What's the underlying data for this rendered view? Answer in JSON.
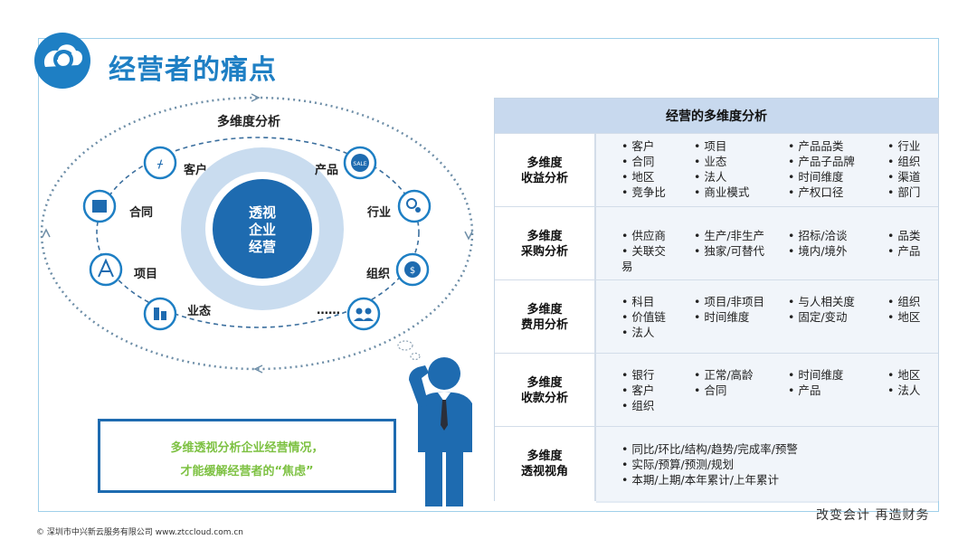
{
  "header": {
    "title": "经营者的痛点"
  },
  "diagram": {
    "title": "多维度分析",
    "center": [
      "透视",
      "企业",
      "经营"
    ],
    "nodes": {
      "customer": "客户",
      "product": "产品",
      "contract": "合同",
      "industry": "行业",
      "project": "项目",
      "organization": "组织",
      "business": "业态",
      "more": "……"
    },
    "message": {
      "line1": "多维透视分析企业经营情况，",
      "line2": "才能缓解经营者的“焦虑”"
    }
  },
  "table": {
    "title": "经营的多维度分析",
    "rows": [
      {
        "head": [
          "多维度",
          "收益分析"
        ],
        "cols": [
          [
            "• 客户",
            "• 合同",
            "• 地区",
            "• 竞争比"
          ],
          [
            "• 项目",
            "• 业态",
            "• 法人",
            "• 商业模式"
          ],
          [
            "• 产品品类",
            "• 产品子品牌",
            "• 时间维度",
            "• 产权口径"
          ],
          [
            "• 行业",
            "• 组织",
            "• 渠道",
            "• 部门"
          ]
        ]
      },
      {
        "head": [
          "多维度",
          "采购分析"
        ],
        "cols": [
          [
            "• 供应商",
            "• 关联交",
            "易"
          ],
          [
            "• 生产/非生产",
            "• 独家/可替代"
          ],
          [
            "• 招标/洽谈",
            "• 境内/境外"
          ],
          [
            "• 品类",
            "• 产品"
          ]
        ]
      },
      {
        "head": [
          "多维度",
          "费用分析"
        ],
        "cols": [
          [
            "• 科目",
            "• 价值链",
            "• 法人"
          ],
          [
            "• 项目/非项目",
            "• 时间维度"
          ],
          [
            "• 与人相关度",
            "• 固定/变动"
          ],
          [
            "• 组织",
            "• 地区"
          ]
        ]
      },
      {
        "head": [
          "多维度",
          "收款分析"
        ],
        "cols": [
          [
            "• 银行",
            "• 客户",
            "• 组织"
          ],
          [
            "• 正常/高龄",
            "• 合同"
          ],
          [
            "• 时间维度",
            "• 产品"
          ],
          [
            "• 地区",
            "• 法人"
          ]
        ]
      },
      {
        "head": [
          "多维度",
          "透视视角"
        ],
        "cols": [
          [
            "• 同比/环比/结构/趋势/完成率/预警",
            "• 实际/预算/预测/规划",
            "• 本期/上期/本年累计/上年累计"
          ]
        ]
      }
    ]
  },
  "footer": {
    "copyright": "© 深圳市中兴新云服务有限公司  www.ztccloud.com.cn",
    "slogan": "改变会计  再造财务"
  },
  "colors": {
    "primary": "#1e6bb0",
    "title_blue": "#1e7fc4",
    "green": "#7dc142",
    "table_header": "#c8d9ee"
  }
}
